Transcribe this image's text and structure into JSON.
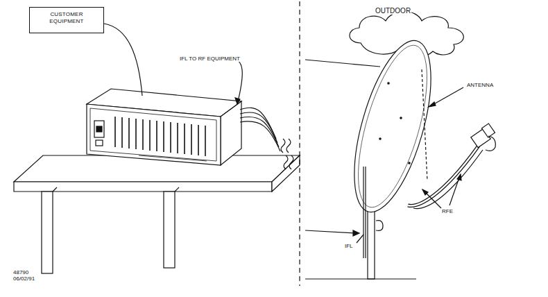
{
  "diagram": {
    "nodes": [
      {
        "text": [
          "CUSTOMER EQUIPMENT"
        ]
      }
    ],
    "labels": [
      "OUTDOOR",
      "IFL TO RF EQUIPMENT",
      "ANTENNA",
      "RFE",
      "IFL",
      "48790",
      "06/02/91"
    ]
  }
}
